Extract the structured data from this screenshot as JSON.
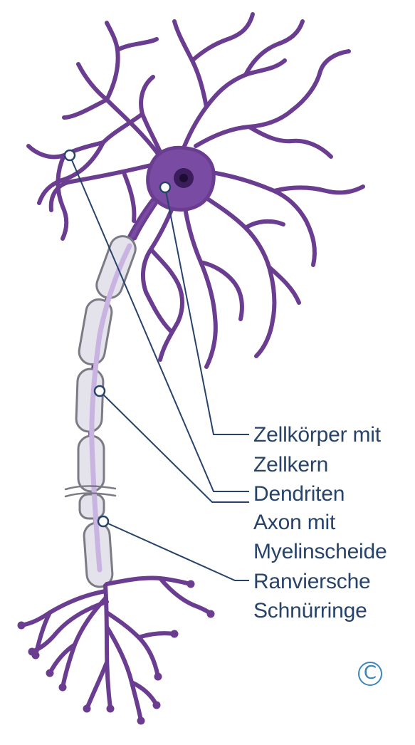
{
  "labels": {
    "cell_body_line1": "Zellkörper mit",
    "cell_body_line2": "Zellkern",
    "dendrites": "Dendriten",
    "axon_line1": "Axon mit",
    "axon_line2": "Myelinscheide",
    "nodes_line1": "Ranviersche",
    "nodes_line2": "Schnürringe"
  },
  "copyright_symbol": "C",
  "colors": {
    "neuron": "#6a3d91",
    "soma_fill": "#7a4ba3",
    "nucleus": "#3a1d5a",
    "myelin_fill": "#e4e3ec",
    "myelin_stroke": "#7b7a85",
    "axon_core": "#c9b3e0",
    "leader_line": "#27436a",
    "label_text": "#27436a",
    "copyright": "#3a86bd"
  }
}
